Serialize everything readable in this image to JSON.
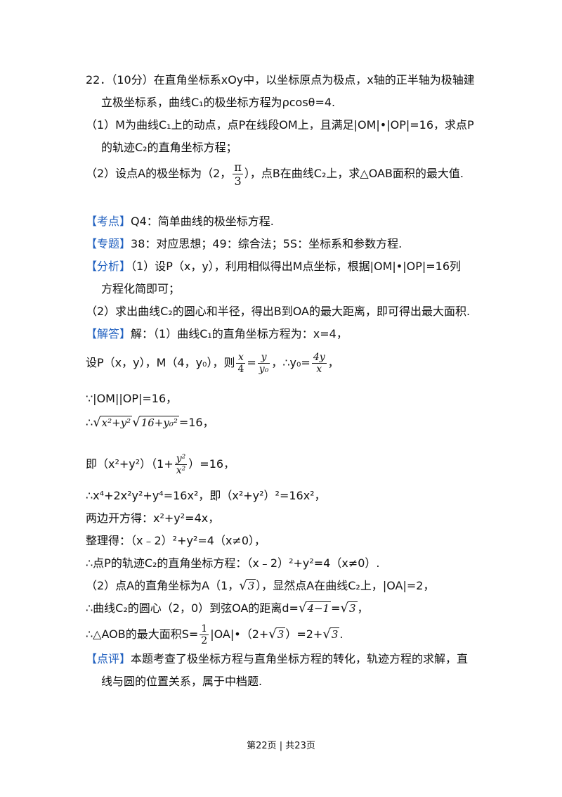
{
  "problem": {
    "line1": "22．（10分）在直角坐标系xOy中，以坐标原点为极点，x轴的正半轴为极轴建",
    "line2": "立极坐标系，曲线C₁的极坐标方程为ρcosθ=4.",
    "q1_line1": "（1）M为曲线C₁上的动点，点P在线段OM上，且满足|OM|•|OP|=16，求点P",
    "q1_line2": "的轨迹C₂的直角坐标方程；",
    "q2_prefix": "（2）设点A的极坐标为（2，",
    "q2_frac_num": "π",
    "q2_frac_den": "3",
    "q2_suffix": "），点B在曲线C₂上，求△OAB面积的最大值."
  },
  "kaodian": {
    "tag": "【考点】",
    "text": "Q4：简单曲线的极坐标方程."
  },
  "zhuanti": {
    "tag": "【专题】",
    "text": "38：对应思想；49：综合法；5S：坐标系和参数方程."
  },
  "fenxi": {
    "tag": "【分析】",
    "line1": "（1）设P（x，y），利用相似得出M点坐标，根据|OM|•|OP|=16列",
    "line2": "方程化简即可；",
    "line3": "（2）求出曲线C₂的圆心和半径，得出B到OA的最大距离，即可得出最大面积."
  },
  "jieda": {
    "tag": "【解答】",
    "line1": "解：（1）曲线C₁的直角坐标方程为：x=4，",
    "s1_prefix": "设P（x，y），M（4，y₀），则",
    "s1_f1_num": "x",
    "s1_f1_den": "4",
    "s1_eq": "=",
    "s1_f2_num": "y",
    "s1_f2_den": "y₀",
    "s1_mid": "，∴y₀=",
    "s1_f3_num": "4y",
    "s1_f3_den": "x",
    "s1_end": "，",
    "s2": "∵|OM||OP|=16，",
    "s3_prefix": "∴",
    "s3_root1": "x²+y²",
    "s3_root2": "16+y₀²",
    "s3_end": "=16，",
    "s4_prefix": "即（x²+y²）（1+",
    "s4_num": "y²",
    "s4_den": "x²",
    "s4_end": "）=16，",
    "s5": "∴x⁴+2x²y²+y⁴=16x²，即（x²+y²）²=16x²，",
    "s6": "两边开方得：x²+y²=4x，",
    "s7": "整理得：（x﹣2）²+y²=4（x≠0），",
    "s8": "∴点P的轨迹C₂的直角坐标方程：（x﹣2）²+y²=4（x≠0）.",
    "s9_prefix": "（2）点A的直角坐标为A（1，",
    "s9_root": "3",
    "s9_end": "），显然点A在曲线C₂上，|OA|=2，",
    "s10_prefix": "∴曲线C₂的圆心（2，0）到弦OA的距离d=",
    "s10_root": "4−1",
    "s10_mid": "=",
    "s10_root2": "3",
    "s10_end": "，",
    "s11_prefix": "∴△AOB的最大面积S=",
    "s11_num": "1",
    "s11_den": "2",
    "s11_mid": "|OA|•（2+",
    "s11_root": "3",
    "s11_mid2": "）=2+",
    "s11_root2": "3",
    "s11_end": "."
  },
  "dianping": {
    "tag": "【点评】",
    "line1": "本题考查了极坐标方程与直角坐标方程的转化，轨迹方程的求解，直",
    "line2": "线与圆的位置关系，属于中档题."
  },
  "footer": "第22页 | 共23页"
}
